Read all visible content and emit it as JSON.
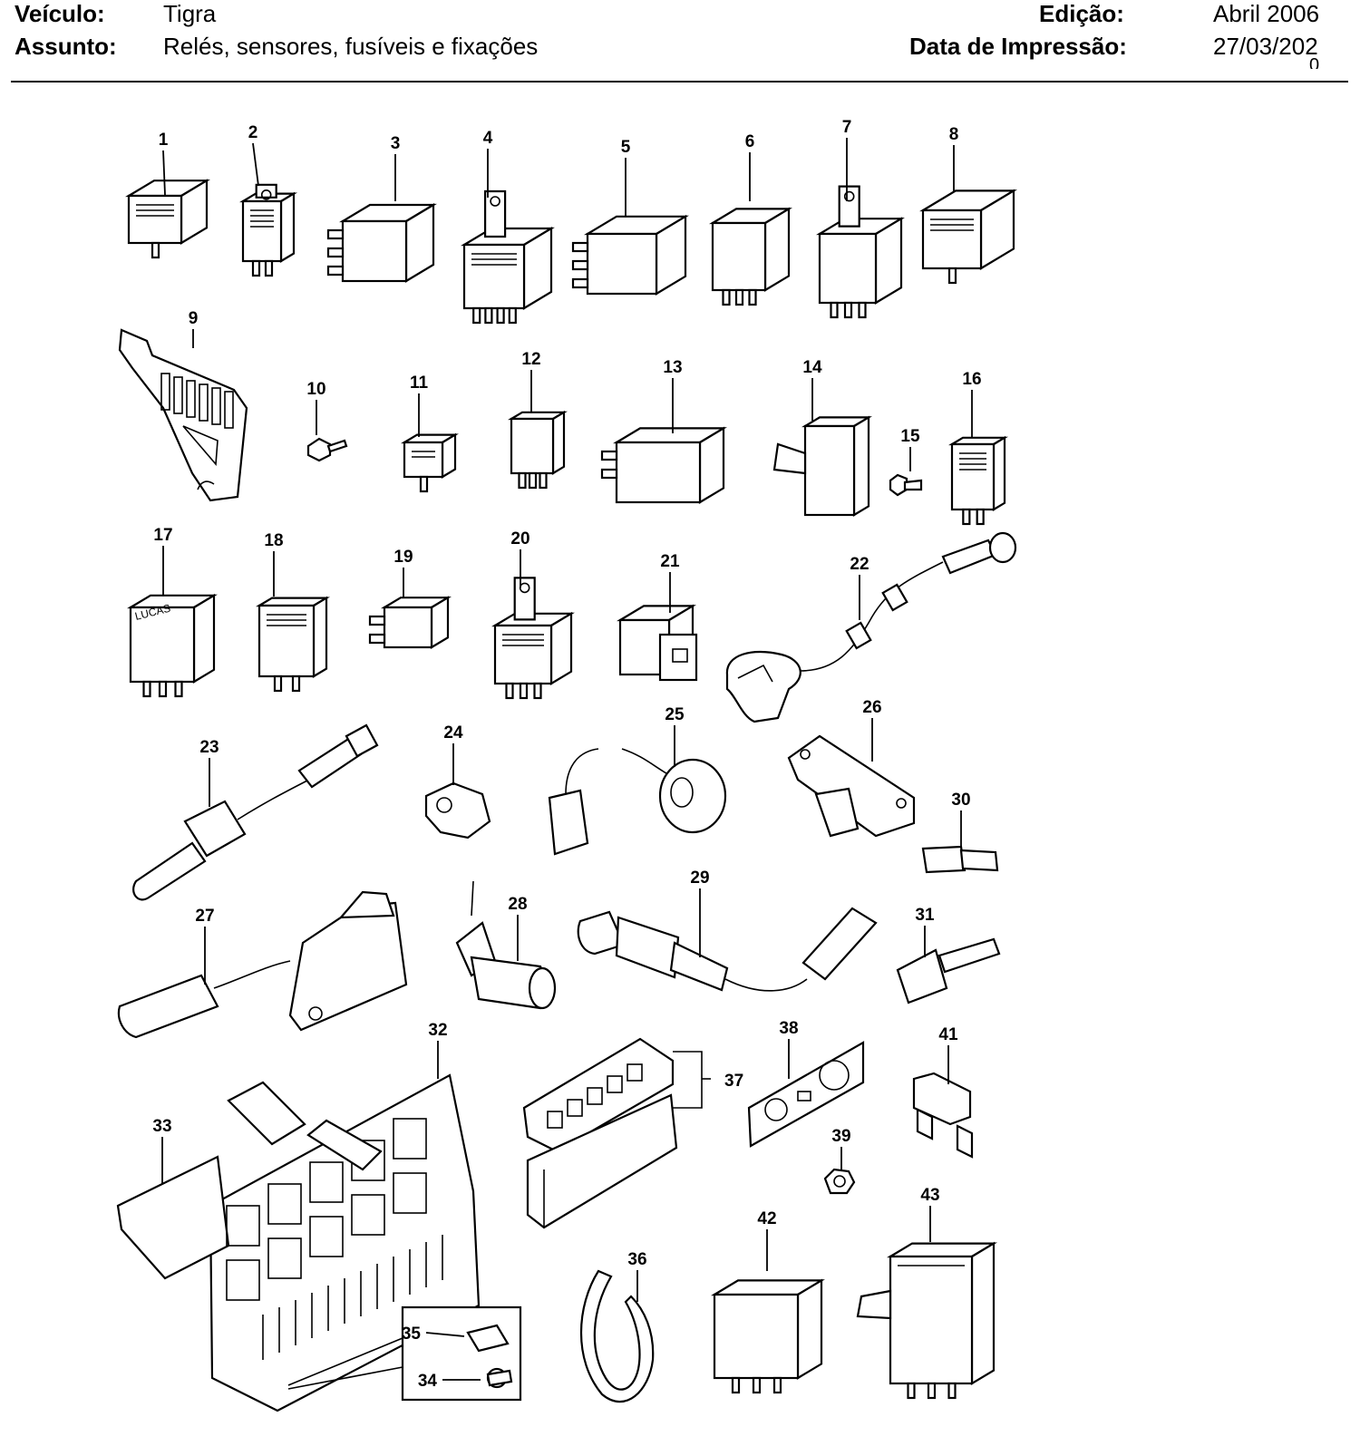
{
  "header": {
    "vehicle_label": "Veículo:",
    "vehicle_value": "Tigra",
    "subject_label": "Assunto:",
    "subject_value": "Relés, sensores, fusíveis e fixações",
    "edition_label": "Edição:",
    "edition_value": "Abril 2006",
    "print_date_label": "Data de Impressão:",
    "print_date_value": "27/03/202",
    "print_date_overflow": "0"
  },
  "diagram": {
    "callouts": [
      {
        "n": "1"
      },
      {
        "n": "2"
      },
      {
        "n": "3"
      },
      {
        "n": "4"
      },
      {
        "n": "5"
      },
      {
        "n": "6"
      },
      {
        "n": "7"
      },
      {
        "n": "8"
      },
      {
        "n": "9"
      },
      {
        "n": "10"
      },
      {
        "n": "11"
      },
      {
        "n": "12"
      },
      {
        "n": "13"
      },
      {
        "n": "14"
      },
      {
        "n": "15"
      },
      {
        "n": "16"
      },
      {
        "n": "17"
      },
      {
        "n": "18"
      },
      {
        "n": "19"
      },
      {
        "n": "20"
      },
      {
        "n": "21"
      },
      {
        "n": "22"
      },
      {
        "n": "23"
      },
      {
        "n": "24"
      },
      {
        "n": "25"
      },
      {
        "n": "26"
      },
      {
        "n": "27"
      },
      {
        "n": "28"
      },
      {
        "n": "29"
      },
      {
        "n": "30"
      },
      {
        "n": "31"
      },
      {
        "n": "32"
      },
      {
        "n": "33"
      },
      {
        "n": "34"
      },
      {
        "n": "35"
      },
      {
        "n": "36"
      },
      {
        "n": "37"
      },
      {
        "n": "38"
      },
      {
        "n": "39"
      },
      {
        "n": "41"
      },
      {
        "n": "42"
      },
      {
        "n": "43"
      }
    ],
    "part_markings": {
      "p17_label": "LUCAS"
    }
  }
}
